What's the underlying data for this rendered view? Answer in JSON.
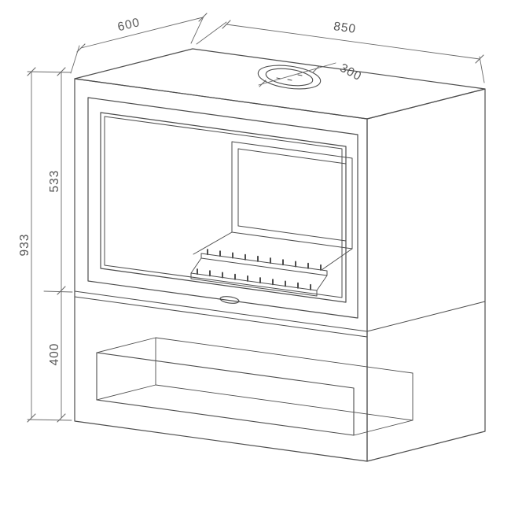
{
  "diagram": {
    "dimensions": {
      "depth": "600",
      "width": "850",
      "flue_diameter": "300",
      "total_height": "933",
      "upper_section_height": "533",
      "lower_section_height": "400"
    },
    "colors": {
      "line": "#4d4d4d",
      "dimension_line": "#6a6a6a",
      "text": "#555555",
      "background": "#ffffff"
    }
  }
}
